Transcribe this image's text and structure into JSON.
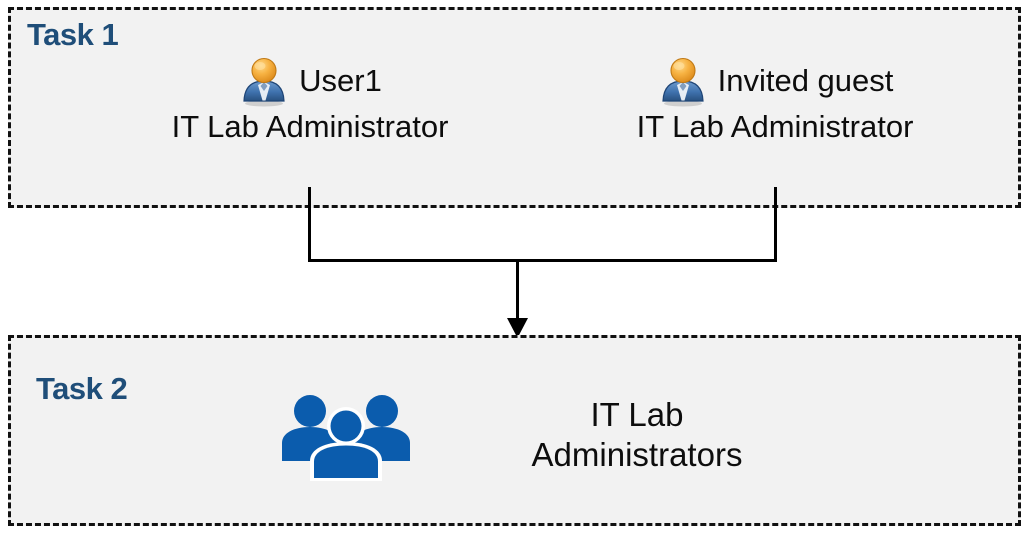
{
  "diagram": {
    "title": "Task 1 and Task 2 user-to-group assignment diagram",
    "background_color": "#FFFFFF",
    "box_fill_color": "#F2F2F2",
    "box_border_color": "#111111",
    "accent_color": "#1F4E79",
    "group_icon_color": "#0B5CAD",
    "connector_color": "#000000"
  },
  "task1": {
    "label": "Task 1",
    "people": [
      {
        "icon": "user-avatar-icon",
        "name": "User1",
        "role": "IT Lab Administrator"
      },
      {
        "icon": "user-avatar-icon",
        "name": "Invited guest",
        "role": "IT Lab Administrator"
      }
    ]
  },
  "task2": {
    "label": "Task 2",
    "group": {
      "icon": "user-group-icon",
      "name": "IT Lab\nAdministrators"
    }
  },
  "connector": {
    "type": "merge-arrow",
    "description": "Two vertical lines from the Task 1 users merge into a horizontal bar and a single downward arrow into Task 2",
    "arrow_direction": "down"
  }
}
